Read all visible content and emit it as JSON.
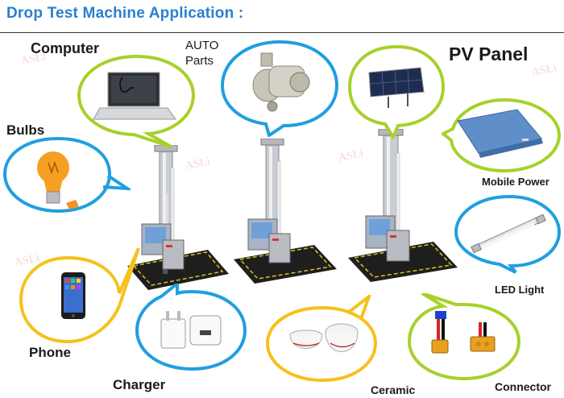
{
  "title": "Drop Test Machine Application :",
  "labels": {
    "computer": "Computer",
    "auto_parts_line1": "AUTO",
    "auto_parts_line2": "Parts",
    "pv_panel": "PV Panel",
    "bulbs": "Bulbs",
    "mobile_power": "Mobile Power",
    "led_light": "LED Light",
    "phone": "Phone",
    "charger": "Charger",
    "ceramic": "Ceramic",
    "connector": "Connector"
  },
  "watermark": "ASLi",
  "colors": {
    "title_blue": "#2a7fd0",
    "bubble_green": "#a6d12a",
    "bubble_blue": "#1f9fe0",
    "bubble_yellow": "#f5c21a"
  }
}
